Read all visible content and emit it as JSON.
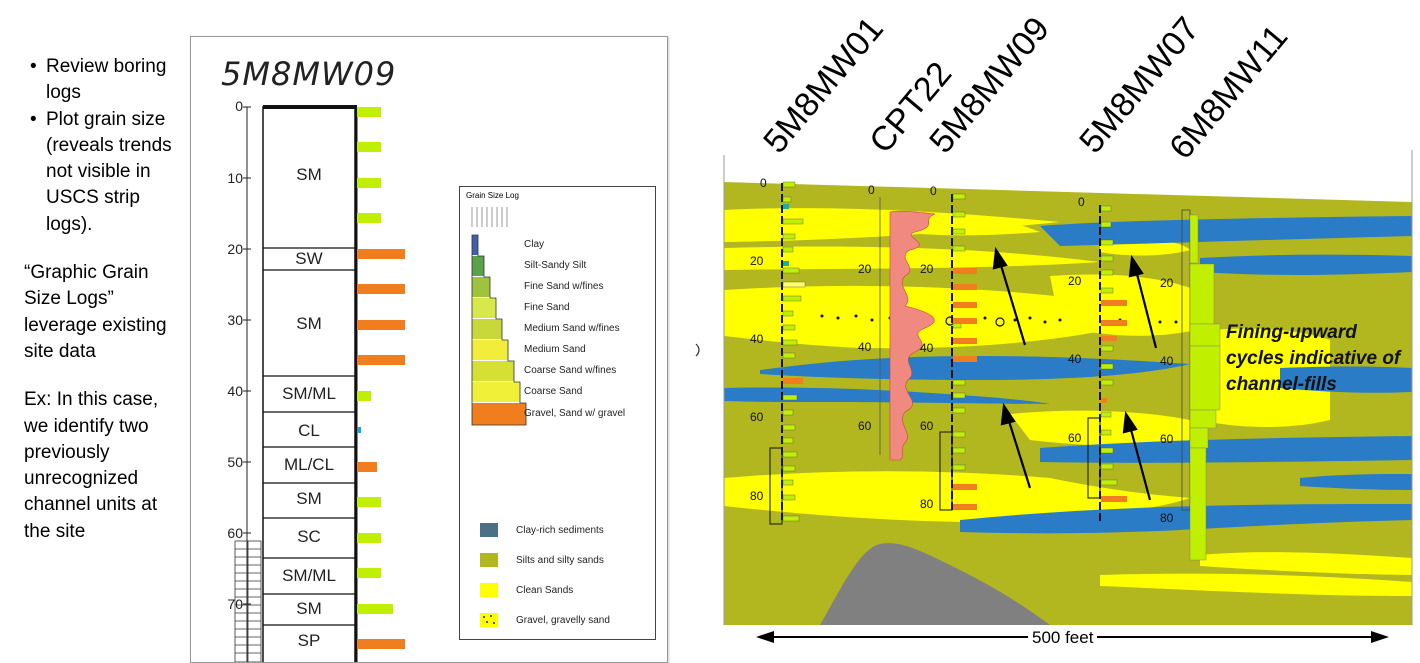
{
  "sidebar": {
    "bullets": [
      "Review boring logs",
      "Plot grain size (reveals trends not visible in USCS strip logs)."
    ],
    "para1": "“Graphic Grain Size Logs” leverage existing site data",
    "para2": "Ex: In this case, we identify two previously unrecognized channel units at the site"
  },
  "log": {
    "title": "5M8MW09",
    "depth_ticks": [
      "0",
      "10",
      "20",
      "30",
      "40",
      "50",
      "60",
      "70"
    ],
    "units": [
      {
        "label": "SM"
      },
      {
        "label": "SW"
      },
      {
        "label": "SM"
      },
      {
        "label": "SM/ML"
      },
      {
        "label": "CL"
      },
      {
        "label": "ML/CL"
      },
      {
        "label": "SM"
      },
      {
        "label": "SC"
      },
      {
        "label": "SM/ML"
      },
      {
        "label": "SM"
      },
      {
        "label": "SP"
      }
    ]
  },
  "legend": {
    "title": "Grain Size Log",
    "grain_classes": [
      "Clay",
      "Silt-Sandy Silt",
      "Fine Sand w/fines",
      "Fine Sand",
      "Medium Sand w/fines",
      "Medium Sand",
      "Coarse Sand w/fines",
      "Coarse Sand",
      "Gravel, Sand w/ gravel"
    ],
    "grain_colors": [
      "#3f5fb0",
      "#5aa34a",
      "#9fc33c",
      "#d8e84a",
      "#c8d83a",
      "#f2ec3a",
      "#d6e034",
      "#f0f038",
      "#f07d1e"
    ],
    "facies": [
      "Clay-rich sediments",
      "Silts and silty sands",
      "Clean Sands",
      "Gravel, gravelly sand"
    ],
    "facies_colors": [
      "#4c7085",
      "#b2b71f",
      "#ffff00",
      "#ffff00"
    ]
  },
  "xsection": {
    "wells": [
      "5M8MW01",
      "CPT22",
      "5M8MW09",
      "5M8MW07",
      "6M8MW11"
    ],
    "annotation": "Fining-upward cycles indicative of channel-fills",
    "scale_label": "500 feet",
    "depth_labels_1": [
      "0",
      "20",
      "40",
      "60",
      "80"
    ],
    "depth_labels_2": [
      "0",
      "20",
      "40",
      "60"
    ],
    "depth_labels_3": [
      "0",
      "20",
      "40",
      "60",
      "80"
    ],
    "depth_labels_4": [
      "0",
      "20",
      "40",
      "60"
    ],
    "depth_labels_5": [
      "20",
      "40",
      "60",
      "80"
    ]
  },
  "colors": {
    "silt": "#b2b71f",
    "clean_sand": "#ffff00",
    "clay": "#2a7cc7",
    "gravel_bar": "#f07d1e",
    "fine_bar": "#c0f000",
    "cpt": "#f08a80",
    "bedrock": "#808080"
  }
}
